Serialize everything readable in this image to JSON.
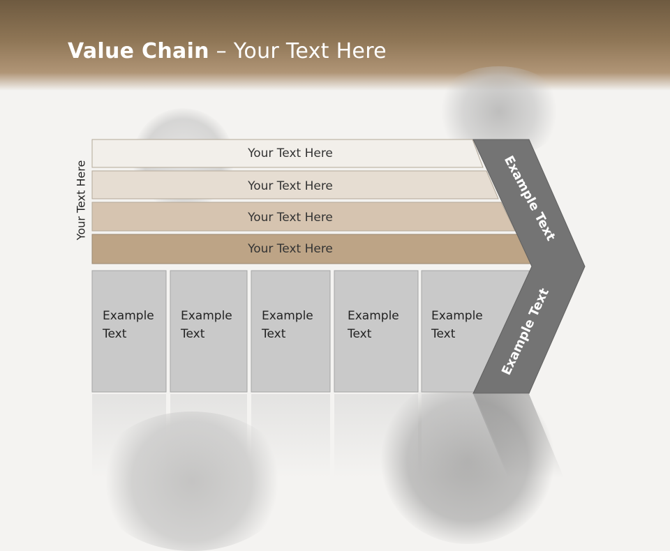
{
  "title": {
    "bold": "Value Chain",
    "rest": " – Your Text Here"
  },
  "side_label": "Your Text Here",
  "bands": [
    {
      "label": "Your Text Here",
      "color": "#f2efea"
    },
    {
      "label": "Your Text Here",
      "color": "#e6ddd2"
    },
    {
      "label": "Your Text Here",
      "color": "#d6c4b0"
    },
    {
      "label": "Your Text Here",
      "color": "#bda486"
    }
  ],
  "boxes": [
    {
      "line1": "Example",
      "line2": "Text"
    },
    {
      "line1": "Example",
      "line2": "Text"
    },
    {
      "line1": "Example",
      "line2": "Text"
    },
    {
      "line1": "Example",
      "line2": "Text"
    },
    {
      "line1": "Example",
      "line2": "Text"
    }
  ],
  "chevron": {
    "upper": "Example Text",
    "lower": "Example Text",
    "color": "#747474"
  },
  "colors": {
    "box_fill": "#c9c9c9",
    "box_border": "#a5a5a5",
    "header": "#8f7656"
  }
}
